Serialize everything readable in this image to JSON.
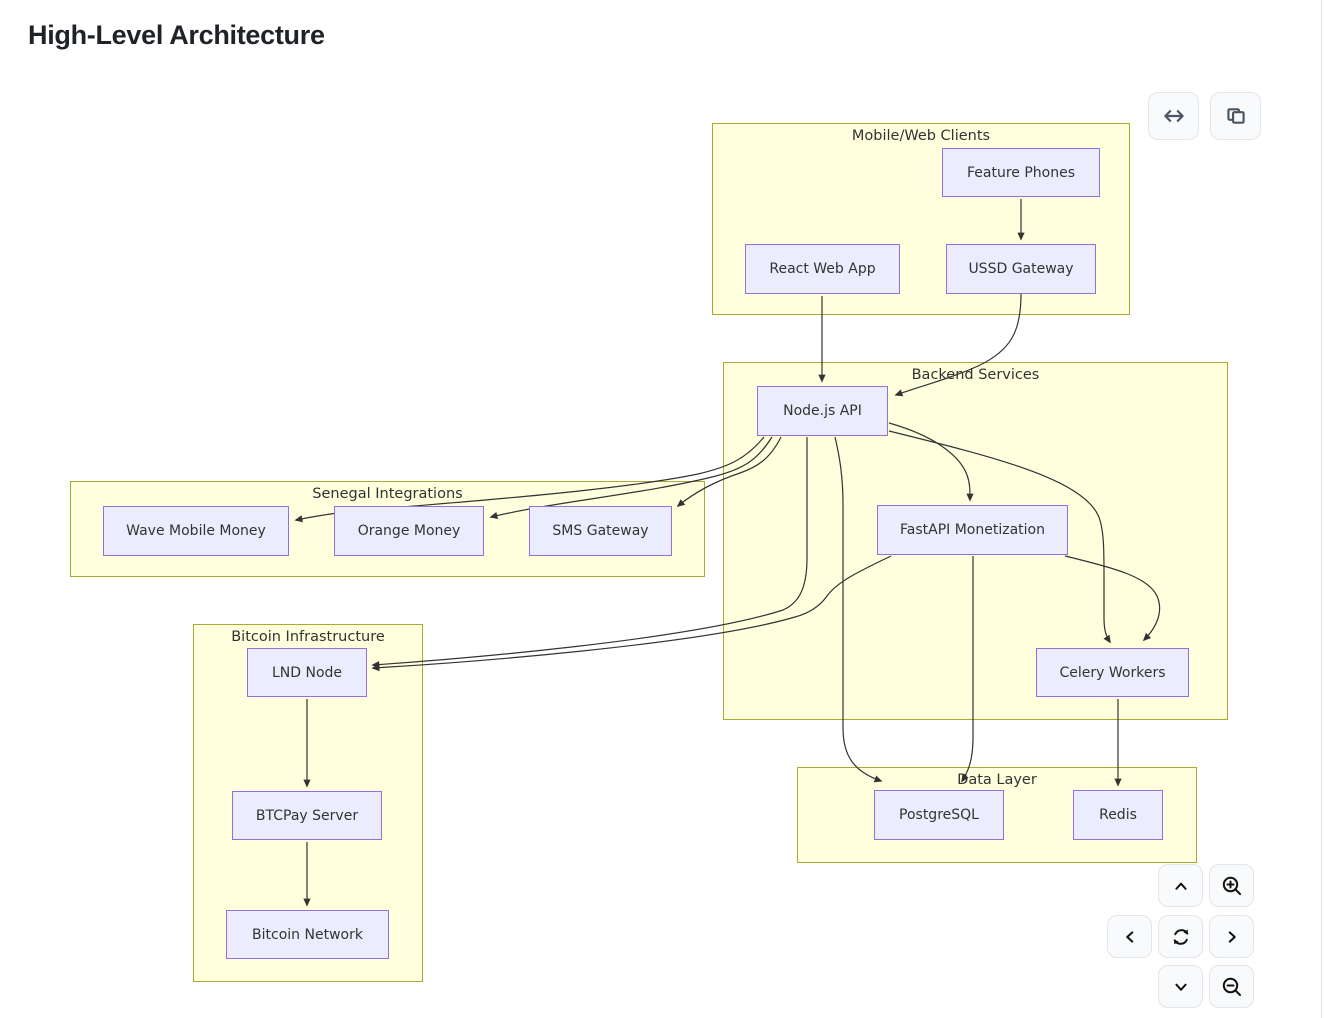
{
  "page": {
    "title": "High-Level Architecture"
  },
  "toolbar": {
    "buttons": [
      {
        "name": "fit-width",
        "icon": "arrows-horizontal-icon"
      },
      {
        "name": "copy-diagram",
        "icon": "copy-icon"
      }
    ]
  },
  "pan_zoom": {
    "buttons": [
      {
        "name": "pan-up",
        "icon": "chevron-up-icon"
      },
      {
        "name": "zoom-in",
        "icon": "magnifier-plus-icon"
      },
      {
        "name": "pan-left",
        "icon": "chevron-left-icon"
      },
      {
        "name": "reset-view",
        "icon": "refresh-icon"
      },
      {
        "name": "pan-right",
        "icon": "chevron-right-icon"
      },
      {
        "name": "pan-down",
        "icon": "chevron-down-icon"
      },
      {
        "name": "zoom-out",
        "icon": "magnifier-minus-icon"
      }
    ]
  },
  "diagram": {
    "groups": [
      {
        "id": "clients",
        "label": "Mobile/Web Clients"
      },
      {
        "id": "backend",
        "label": "Backend Services"
      },
      {
        "id": "senegal",
        "label": "Senegal Integrations"
      },
      {
        "id": "bitcoin",
        "label": "Bitcoin Infrastructure"
      },
      {
        "id": "data",
        "label": "Data Layer"
      }
    ],
    "nodes": [
      {
        "id": "feature-phones",
        "group": "clients",
        "label": "Feature Phones"
      },
      {
        "id": "react-web-app",
        "group": "clients",
        "label": "React Web App"
      },
      {
        "id": "ussd-gateway",
        "group": "clients",
        "label": "USSD Gateway"
      },
      {
        "id": "nodejs-api",
        "group": "backend",
        "label": "Node.js API"
      },
      {
        "id": "fastapi-monetization",
        "group": "backend",
        "label": "FastAPI Monetization"
      },
      {
        "id": "celery-workers",
        "group": "backend",
        "label": "Celery Workers"
      },
      {
        "id": "wave-mobile-money",
        "group": "senegal",
        "label": "Wave Mobile Money"
      },
      {
        "id": "orange-money",
        "group": "senegal",
        "label": "Orange Money"
      },
      {
        "id": "sms-gateway",
        "group": "senegal",
        "label": "SMS Gateway"
      },
      {
        "id": "lnd-node",
        "group": "bitcoin",
        "label": "LND Node"
      },
      {
        "id": "btcpay-server",
        "group": "bitcoin",
        "label": "BTCPay Server"
      },
      {
        "id": "bitcoin-network",
        "group": "bitcoin",
        "label": "Bitcoin Network"
      },
      {
        "id": "postgresql",
        "group": "data",
        "label": "PostgreSQL"
      },
      {
        "id": "redis",
        "group": "data",
        "label": "Redis"
      }
    ],
    "edges": [
      {
        "from": "feature-phones",
        "to": "ussd-gateway"
      },
      {
        "from": "react-web-app",
        "to": "nodejs-api"
      },
      {
        "from": "ussd-gateway",
        "to": "nodejs-api"
      },
      {
        "from": "nodejs-api",
        "to": "fastapi-monetization"
      },
      {
        "from": "nodejs-api",
        "to": "celery-workers"
      },
      {
        "from": "nodejs-api",
        "to": "postgresql"
      },
      {
        "from": "nodejs-api",
        "to": "lnd-node"
      },
      {
        "from": "nodejs-api",
        "to": "wave-mobile-money"
      },
      {
        "from": "nodejs-api",
        "to": "orange-money"
      },
      {
        "from": "nodejs-api",
        "to": "sms-gateway"
      },
      {
        "from": "fastapi-monetization",
        "to": "postgresql"
      },
      {
        "from": "fastapi-monetization",
        "to": "celery-workers"
      },
      {
        "from": "fastapi-monetization",
        "to": "lnd-node"
      },
      {
        "from": "celery-workers",
        "to": "redis"
      },
      {
        "from": "lnd-node",
        "to": "btcpay-server"
      },
      {
        "from": "btcpay-server",
        "to": "bitcoin-network"
      }
    ],
    "colors": {
      "group_fill": "#ffffde",
      "group_border": "#aaaa33",
      "node_fill": "#ececff",
      "node_border": "#9370db",
      "edge": "#333333",
      "label": "#333333"
    }
  }
}
